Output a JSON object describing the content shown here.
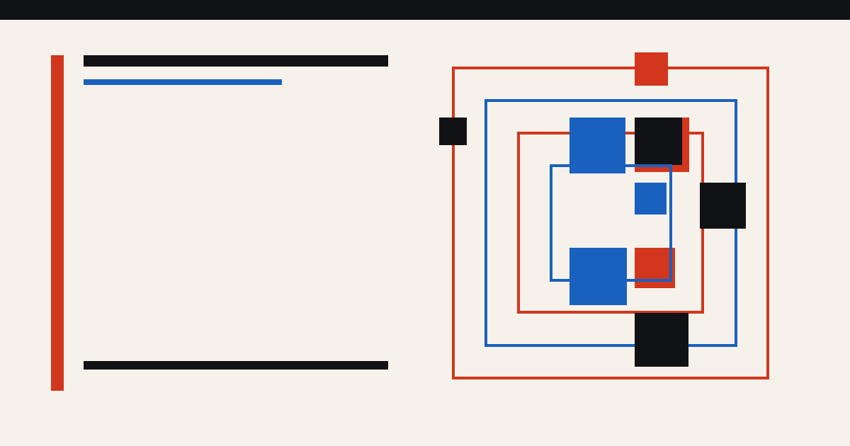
{
  "palette": {
    "background": "#f6f2eb",
    "ink": "#111214",
    "red": "#d2361d",
    "blue": "#1a60be"
  },
  "composition": {
    "left_panel": {
      "accent_rule": "red",
      "heading_bar": "ink",
      "subheading_bar": "blue",
      "footer_bar": "ink"
    },
    "right_panel": {
      "nested_frames": [
        "red",
        "blue",
        "red",
        "blue"
      ],
      "blocks": [
        "red",
        "ink",
        "blue",
        "red",
        "ink",
        "blue",
        "ink",
        "blue",
        "red",
        "ink"
      ]
    }
  }
}
